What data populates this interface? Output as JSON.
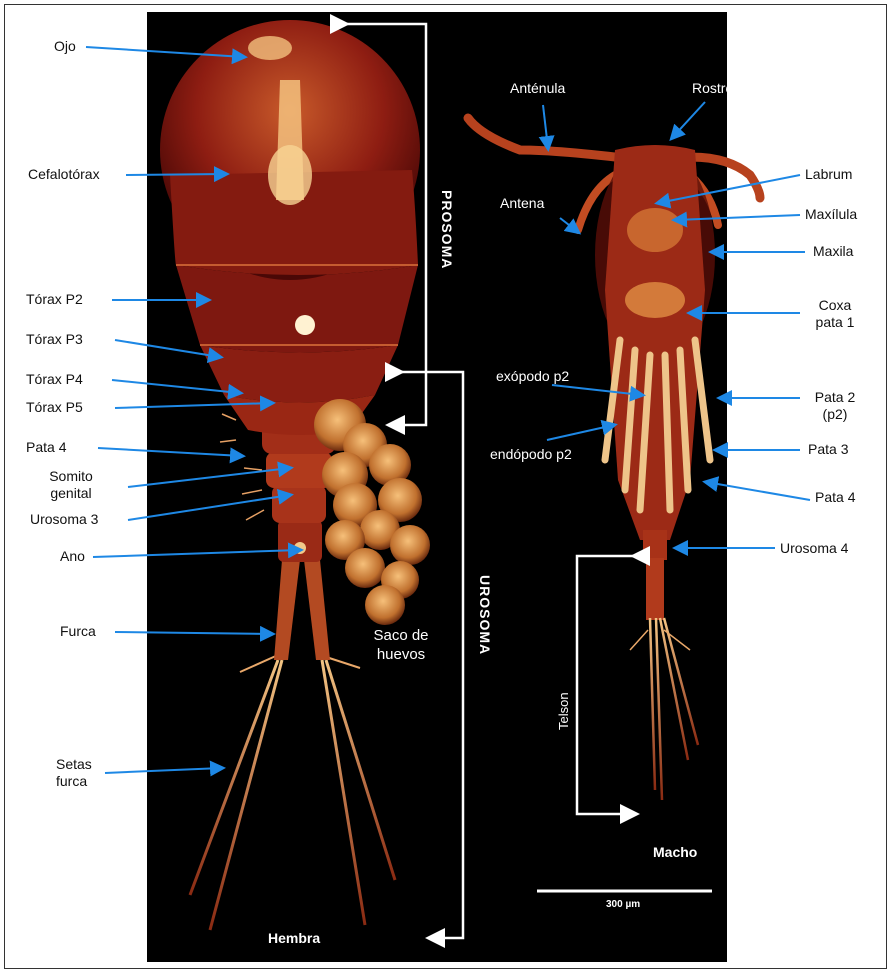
{
  "female": {
    "title": "Hembra",
    "labels": {
      "ojo": "Ojo",
      "cefalotorax": "Cefalotórax",
      "torax_p2": "Tórax P2",
      "torax_p3": "Tórax P3",
      "torax_p4": "Tórax P4",
      "torax_p5": "Tórax P5",
      "pata4": "Pata 4",
      "somito1": "Somito",
      "somito2": "genital",
      "urosoma3": "Urosoma 3",
      "ano": "Ano",
      "furca": "Furca",
      "setas1": "Setas",
      "setas2": "furca",
      "saco1": "Saco de",
      "saco2": "huevos"
    }
  },
  "regions": {
    "prosoma": "PROSOMA",
    "urosoma": "UROSOMA"
  },
  "male": {
    "title": "Macho",
    "labels": {
      "antenula": "Anténula",
      "rostro": "Rostro",
      "antena": "Antena",
      "labrum": "Labrum",
      "maxilula": "Maxílula",
      "maxila": "Maxila",
      "coxa1": "Coxa",
      "coxa2": "pata 1",
      "exopodo": "exópodo p2",
      "endopodo": "endópodo p2",
      "pata2a": "Pata 2",
      "pata2b": "(p2)",
      "pata3": "Pata 3",
      "pata4": "Pata 4",
      "urosoma4": "Urosoma 4",
      "telson": "Telson"
    }
  },
  "scale_bar": "300 µm",
  "colors": {
    "arrow": "#1e88e5",
    "background": "#000000",
    "body": "#8b1a10"
  }
}
